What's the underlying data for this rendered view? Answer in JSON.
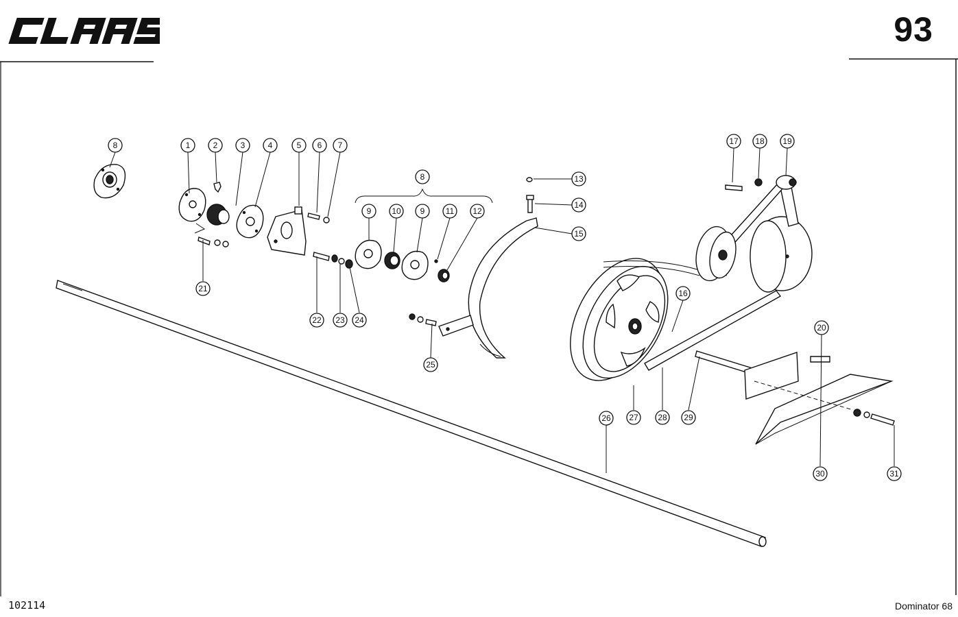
{
  "header": {
    "brand": "CLAAS",
    "page_number": "93"
  },
  "footer": {
    "doc_id": "102114",
    "model": "Dominator 68"
  },
  "callouts": {
    "c8a": "8",
    "c1": "1",
    "c2": "2",
    "c3": "3",
    "c4": "4",
    "c5": "5",
    "c6": "6",
    "c7": "7",
    "c8b": "8",
    "c9a": "9",
    "c10": "10",
    "c9b": "9",
    "c11": "11",
    "c12": "12",
    "c13": "13",
    "c14": "14",
    "c15": "15",
    "c16": "16",
    "c17": "17",
    "c18": "18",
    "c19": "19",
    "c20": "20",
    "c21": "21",
    "c22": "22",
    "c23": "23",
    "c24": "24",
    "c25": "25",
    "c26": "26",
    "c27": "27",
    "c28": "28",
    "c29": "29",
    "c30": "30",
    "c31": "31"
  },
  "colors": {
    "ink": "#111111",
    "paper": "#ffffff"
  }
}
